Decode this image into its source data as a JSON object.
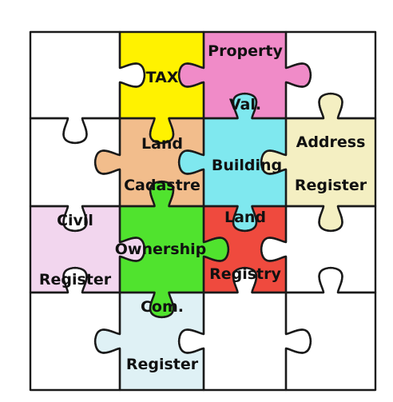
{
  "pieces": [
    {
      "id": "tax",
      "lines": [
        "TAX"
      ],
      "color": "#fff200"
    },
    {
      "id": "property-valuation",
      "lines": [
        "Property",
        "Val."
      ],
      "color": "#f08bc8"
    },
    {
      "id": "land-cadastre",
      "lines": [
        "Land",
        "Cadastre"
      ],
      "color": "#f2bd8c"
    },
    {
      "id": "building",
      "lines": [
        "Building"
      ],
      "color": "#7fe8ef"
    },
    {
      "id": "address-register",
      "lines": [
        "Address",
        "Register"
      ],
      "color": "#f4efc2"
    },
    {
      "id": "civil-register",
      "lines": [
        "Civil",
        "Register"
      ],
      "color": "#f2d6ee"
    },
    {
      "id": "ownership",
      "lines": [
        "Ownership"
      ],
      "color": "#50e32e"
    },
    {
      "id": "land-registry",
      "lines": [
        "Land",
        "Registry"
      ],
      "color": "#ef4a3e"
    },
    {
      "id": "company-register",
      "lines": [
        "Com.",
        "Register"
      ],
      "color": "#dff1f5"
    }
  ],
  "outline_color": "#1a1a1a",
  "background_color": "#ffffff"
}
